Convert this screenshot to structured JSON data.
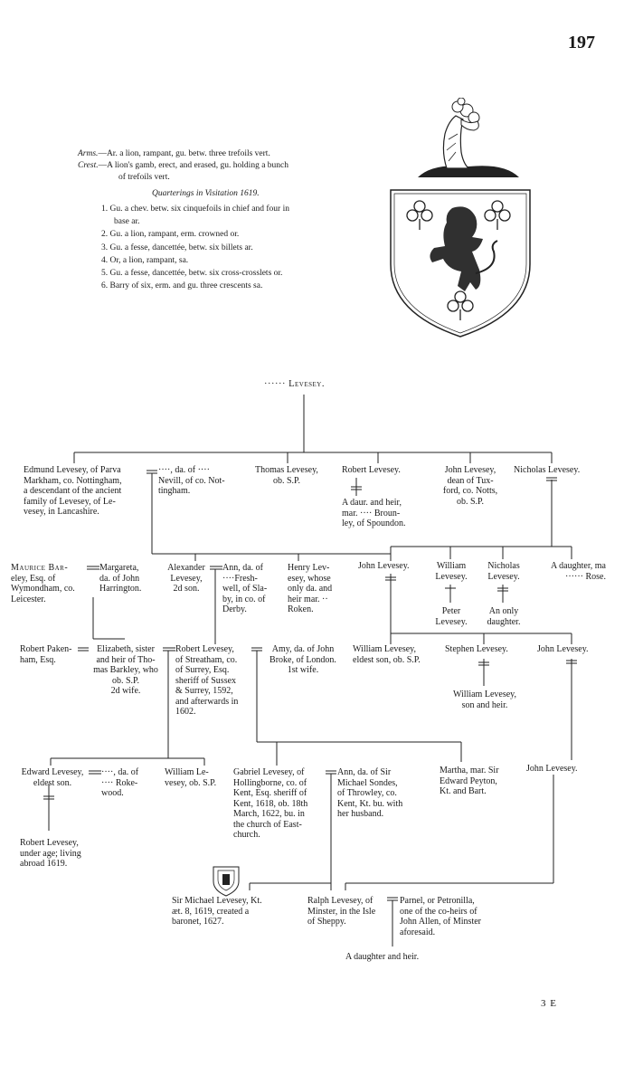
{
  "page_number": "197",
  "footer": "3 E",
  "arms": {
    "arms_label": "Arms.",
    "arms_text": "—Ar. a lion, rampant, gu. betw. three trefoils vert.",
    "crest_label": "Crest.",
    "crest_text": "—A lion's gamb, erect, and erased, gu. holding a bunch",
    "crest_text2": "of trefoils vert.",
    "quarterings_title": "Quarterings in Visitation 1619.",
    "quarterings": [
      "1. Gu. a chev. betw. six cinquefoils in chief and four in",
      "base ar.",
      "2. Gu. a lion, rampant, erm. crowned or.",
      "3. Gu. a fesse, dancettée, betw. six billets ar.",
      "4. Or, a lion, rampant, sa.",
      "5. Gu. a fesse, dancettée, betw. six cross-crosslets or.",
      "6. Barry of six, erm. and gu. three crescents sa."
    ]
  },
  "root": "······ Levesey.",
  "gen1": {
    "edmund": [
      "Edmund Levesey, of Parva",
      "Markham, co. Nottingham,",
      "a descendant of the ancient",
      "family of Levesey, of Le-",
      "vesey, in Lancashire."
    ],
    "nevill": [
      "····, da. of ····",
      "Nevill, of co. Not-",
      "tingham."
    ],
    "thomas": [
      "Thomas Levesey,",
      "ob. S.P."
    ],
    "robert": [
      "Robert Levesey."
    ],
    "robert_dau": [
      "A daur. and heir,",
      "mar. ···· Broun-",
      "ley, of Spoundon."
    ],
    "john_dean": [
      "John Levesey,",
      "dean of Tux-",
      "ford, co. Notts,",
      "ob. S.P."
    ],
    "nicholas": [
      "Nicholas Levesey."
    ]
  },
  "gen2": {
    "maurice": [
      "Maurice Bar-",
      "eley, Esq. of",
      "Wymondham, co.",
      "Leicester."
    ],
    "margareta": [
      "Margareta,",
      "da. of John",
      "Harrington."
    ],
    "alexander": [
      "Alexander",
      "Levesey,",
      "2d son."
    ],
    "ann_freshwell": [
      "Ann, da. of",
      "····Fresh-",
      "well, of Sla-",
      "by, in co. of",
      "Derby."
    ],
    "henry": [
      "Henry Lev-",
      "esey, whose",
      "only da. and",
      "heir mar. ··",
      "Roken."
    ],
    "john_n": [
      "John Levesey."
    ],
    "william_n": [
      "William",
      "Levesey."
    ],
    "peter": [
      "Peter",
      "Levesey."
    ],
    "nicholas_n": [
      "Nicholas",
      "Levesey."
    ],
    "only_dau": [
      "An only",
      "daughter."
    ],
    "dau_rose": [
      "A daughter, ma",
      "······ Rose."
    ]
  },
  "gen3": {
    "robert_paken": [
      "Robert Paken-",
      "ham, Esq."
    ],
    "elizabeth": [
      "Elizabeth, sister",
      "and heir of Tho-",
      "mas Barkley, who",
      "ob. S.P.",
      "2d wife."
    ],
    "robert_str": [
      "Robert Levesey,",
      "of Streatham, co.",
      "of Surrey, Esq.",
      "sheriff of Sussex",
      "& Surrey, 1592,",
      "and afterwards in",
      "1602."
    ],
    "amy": [
      "Amy, da. of John",
      "Broke, of London.",
      "1st wife."
    ],
    "william_eldest": [
      "William Levesey,",
      "eldest son, ob. S.P."
    ],
    "stephen": [
      "Stephen Levesey."
    ],
    "john_j": [
      "John Levesey."
    ],
    "william_heir": [
      "William Levesey,",
      "son and heir."
    ]
  },
  "gen4": {
    "edward": [
      "Edward Levesey,",
      "eldest son."
    ],
    "rokewood": [
      "····, da. of",
      "···· Roke-",
      "wood."
    ],
    "william_le": [
      "William Le-",
      "vesey, ob. S.P."
    ],
    "gabriel": [
      "Gabriel Levesey, of",
      "Hollingborne, co. of",
      "Kent, Esq. sheriff of",
      "Kent, 1618, ob. 18th",
      "March, 1622, bu. in",
      "the church of East-",
      "church."
    ],
    "ann_sondes": [
      "Ann, da. of Sir",
      "Michael Sondes,",
      "of Throwley, co.",
      "Kent, Kt. bu. with",
      "her husband."
    ],
    "martha": [
      "Martha, mar. Sir",
      "Edward Peyton,",
      "Kt. and Bart."
    ],
    "john_l": [
      "John Levesey."
    ],
    "robert_underage": [
      "Robert Levesey,",
      "under age; living",
      "abroad 1619."
    ]
  },
  "gen5": {
    "michael": [
      "Sir Michael Levesey, Kt.",
      "æt. 8, 1619, created a",
      "baronet, 1627."
    ],
    "ralph": [
      "Ralph Levesey, of",
      "Minster, in the Isle",
      "of Sheppy."
    ],
    "parnel": [
      "Parnel, or Petronilla,",
      "one of the co-heirs of",
      "John Allen, of Minster",
      "aforesaid."
    ],
    "dau_heir": [
      "A daughter and heir."
    ]
  }
}
